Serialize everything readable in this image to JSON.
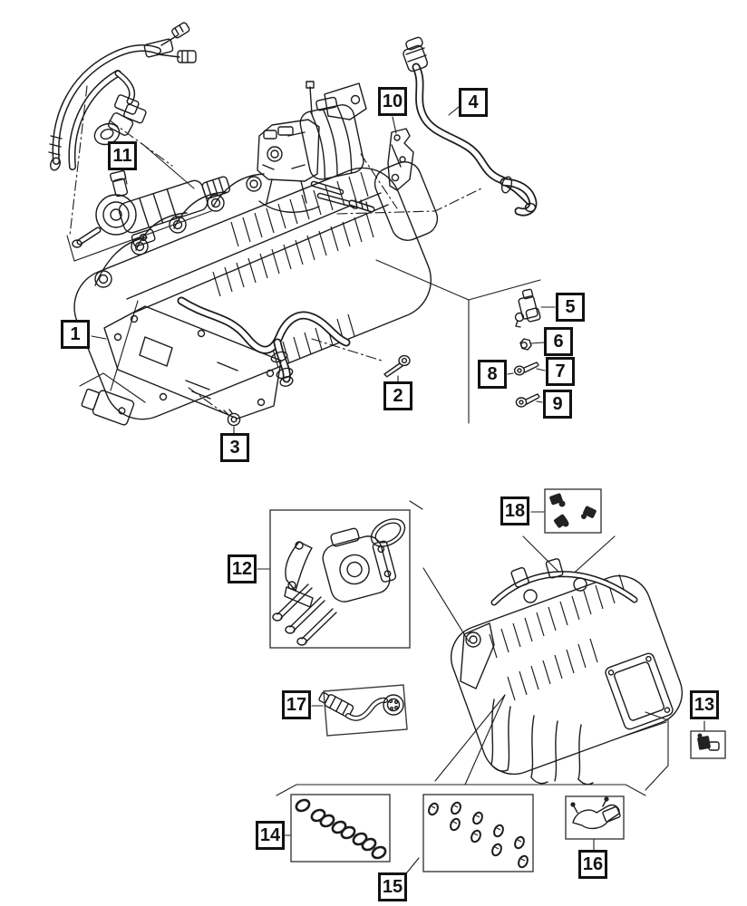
{
  "diagram": {
    "kind": "exploded-parts-diagram",
    "palette": {
      "background": "#ffffff",
      "line": "#1c1c1c",
      "callout_border": "#121212",
      "parts_box_border": "#3c3c3c"
    },
    "callouts": [
      {
        "label": "1"
      },
      {
        "label": "2"
      },
      {
        "label": "3"
      },
      {
        "label": "4"
      },
      {
        "label": "5"
      },
      {
        "label": "6"
      },
      {
        "label": "7"
      },
      {
        "label": "8"
      },
      {
        "label": "9"
      },
      {
        "label": "10"
      },
      {
        "label": "11"
      },
      {
        "label": "12"
      },
      {
        "label": "13"
      },
      {
        "label": "14"
      },
      {
        "label": "15"
      },
      {
        "label": "16"
      },
      {
        "label": "17"
      },
      {
        "label": "18"
      }
    ]
  }
}
